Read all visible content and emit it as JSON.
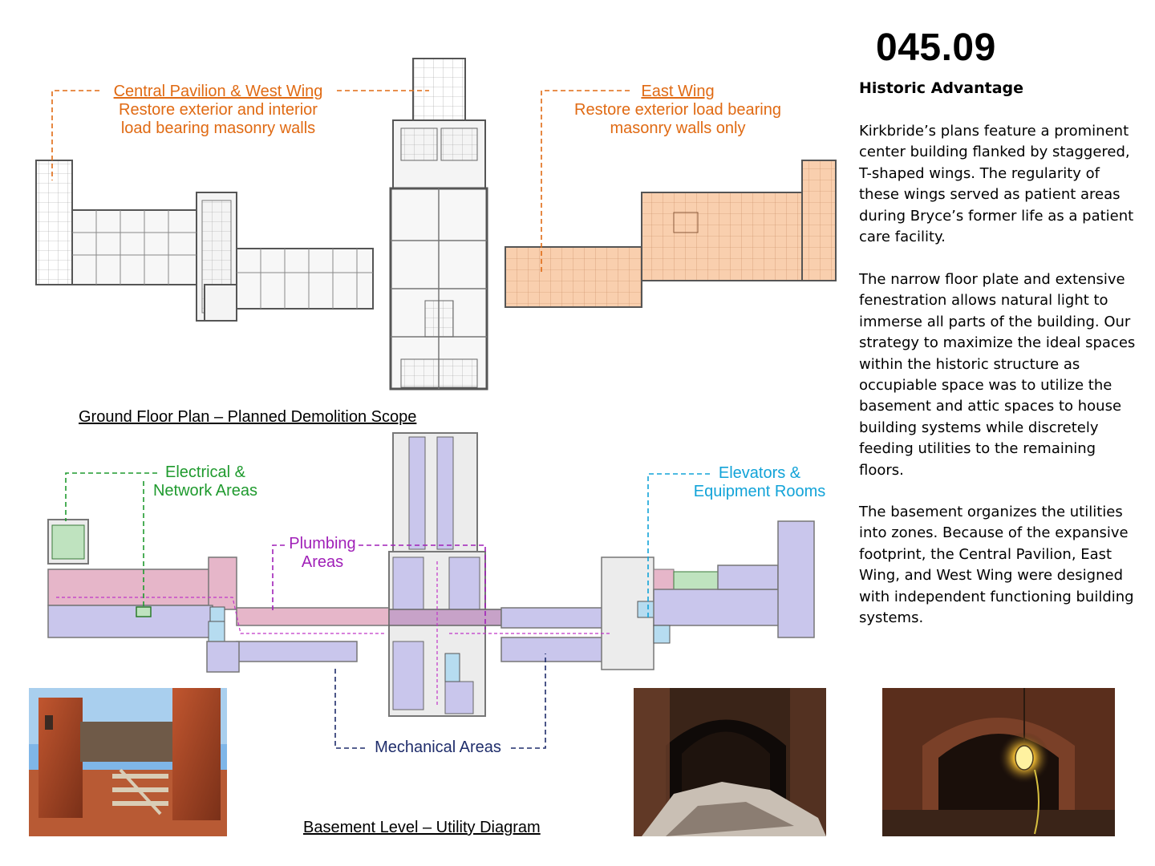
{
  "page_number": "045.09",
  "sidebar": {
    "heading": "Historic Advantage",
    "paragraphs": [
      "Kirkbride’s plans feature a prominent center building flanked by staggered, T-shaped wings. The regularity of these wings served as patient areas during Bryce’s former life as a patient care facility.",
      "The narrow floor plate and extensive fenestration allows natural light to immerse all parts of the building. Our strategy to maximize the ideal spaces within the historic structure as occupiable space was to utilize the basement and attic spaces to house building systems while discretely feeding utilities to the remaining floors.",
      "The basement organizes the utilities into zones. Because of the expansive footprint, the Central Pavilion, East Wing, and West Wing were designed with independent functioning building systems."
    ]
  },
  "ground_floor": {
    "caption": "Ground Floor Plan – Planned Demolition Scope",
    "callouts": {
      "central_west_title": "Central Pavilion & West Wing",
      "central_west_l1": "Restore exterior and interior",
      "central_west_l2": "load bearing masonry walls",
      "east_title": "East Wing",
      "east_l1": "Restore exterior load bearing",
      "east_l2": "masonry walls only"
    },
    "colors": {
      "restore_scope": "#f9cfae",
      "callout": "#e06a13"
    }
  },
  "basement": {
    "caption": "Basement Level – Utility Diagram",
    "callouts": {
      "electrical_l1": "Electrical &",
      "electrical_l2": "Network Areas",
      "plumbing_l1": "Plumbing",
      "plumbing_l2": "Areas",
      "elevators_l1": "Elevators &",
      "elevators_l2": "Equipment Rooms",
      "mechanical": "Mechanical Areas"
    },
    "colors": {
      "electrical": "#1f9a2e",
      "plumbing": "#a020b8",
      "elevators": "#12a3d8",
      "mechanical": "#1f2d6b",
      "mechanical_fill": "#c9c6ec",
      "plumbing_fill": "#e6b6c9"
    }
  },
  "photos": [
    {
      "icon": "brick-ruin-photo"
    },
    {
      "icon": "basement-arch-rubble-photo"
    },
    {
      "icon": "arched-tunnel-lamp-photo"
    }
  ]
}
